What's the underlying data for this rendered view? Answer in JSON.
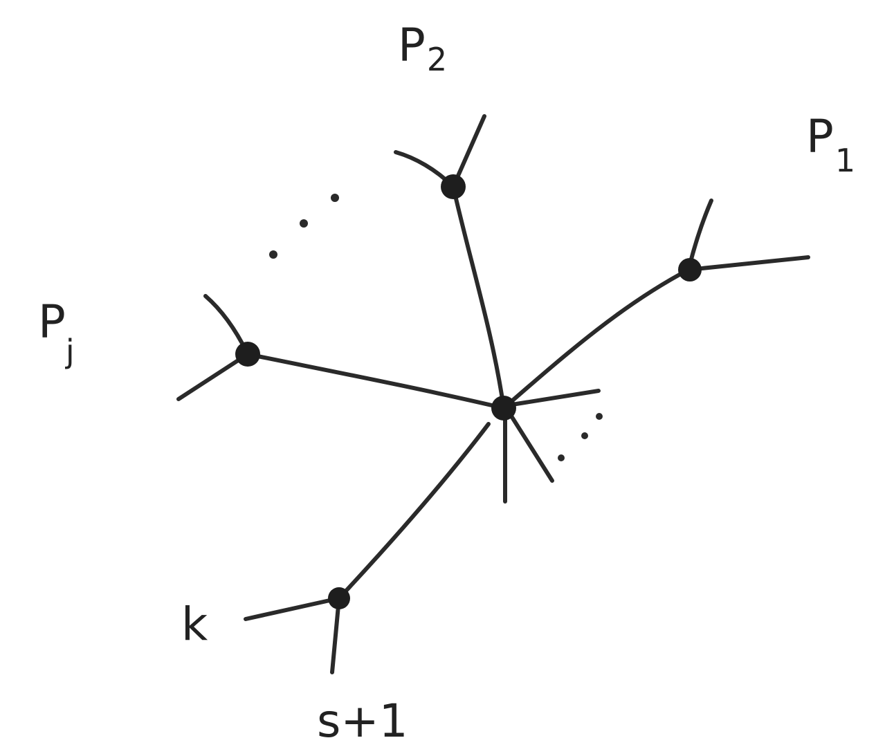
{
  "labels": {
    "p1": {
      "base": "P",
      "sub": "1"
    },
    "p2": {
      "base": "P",
      "sub": "2"
    },
    "pj": {
      "base": "P",
      "sub": "j"
    },
    "k": "k",
    "s1": "s+1"
  }
}
